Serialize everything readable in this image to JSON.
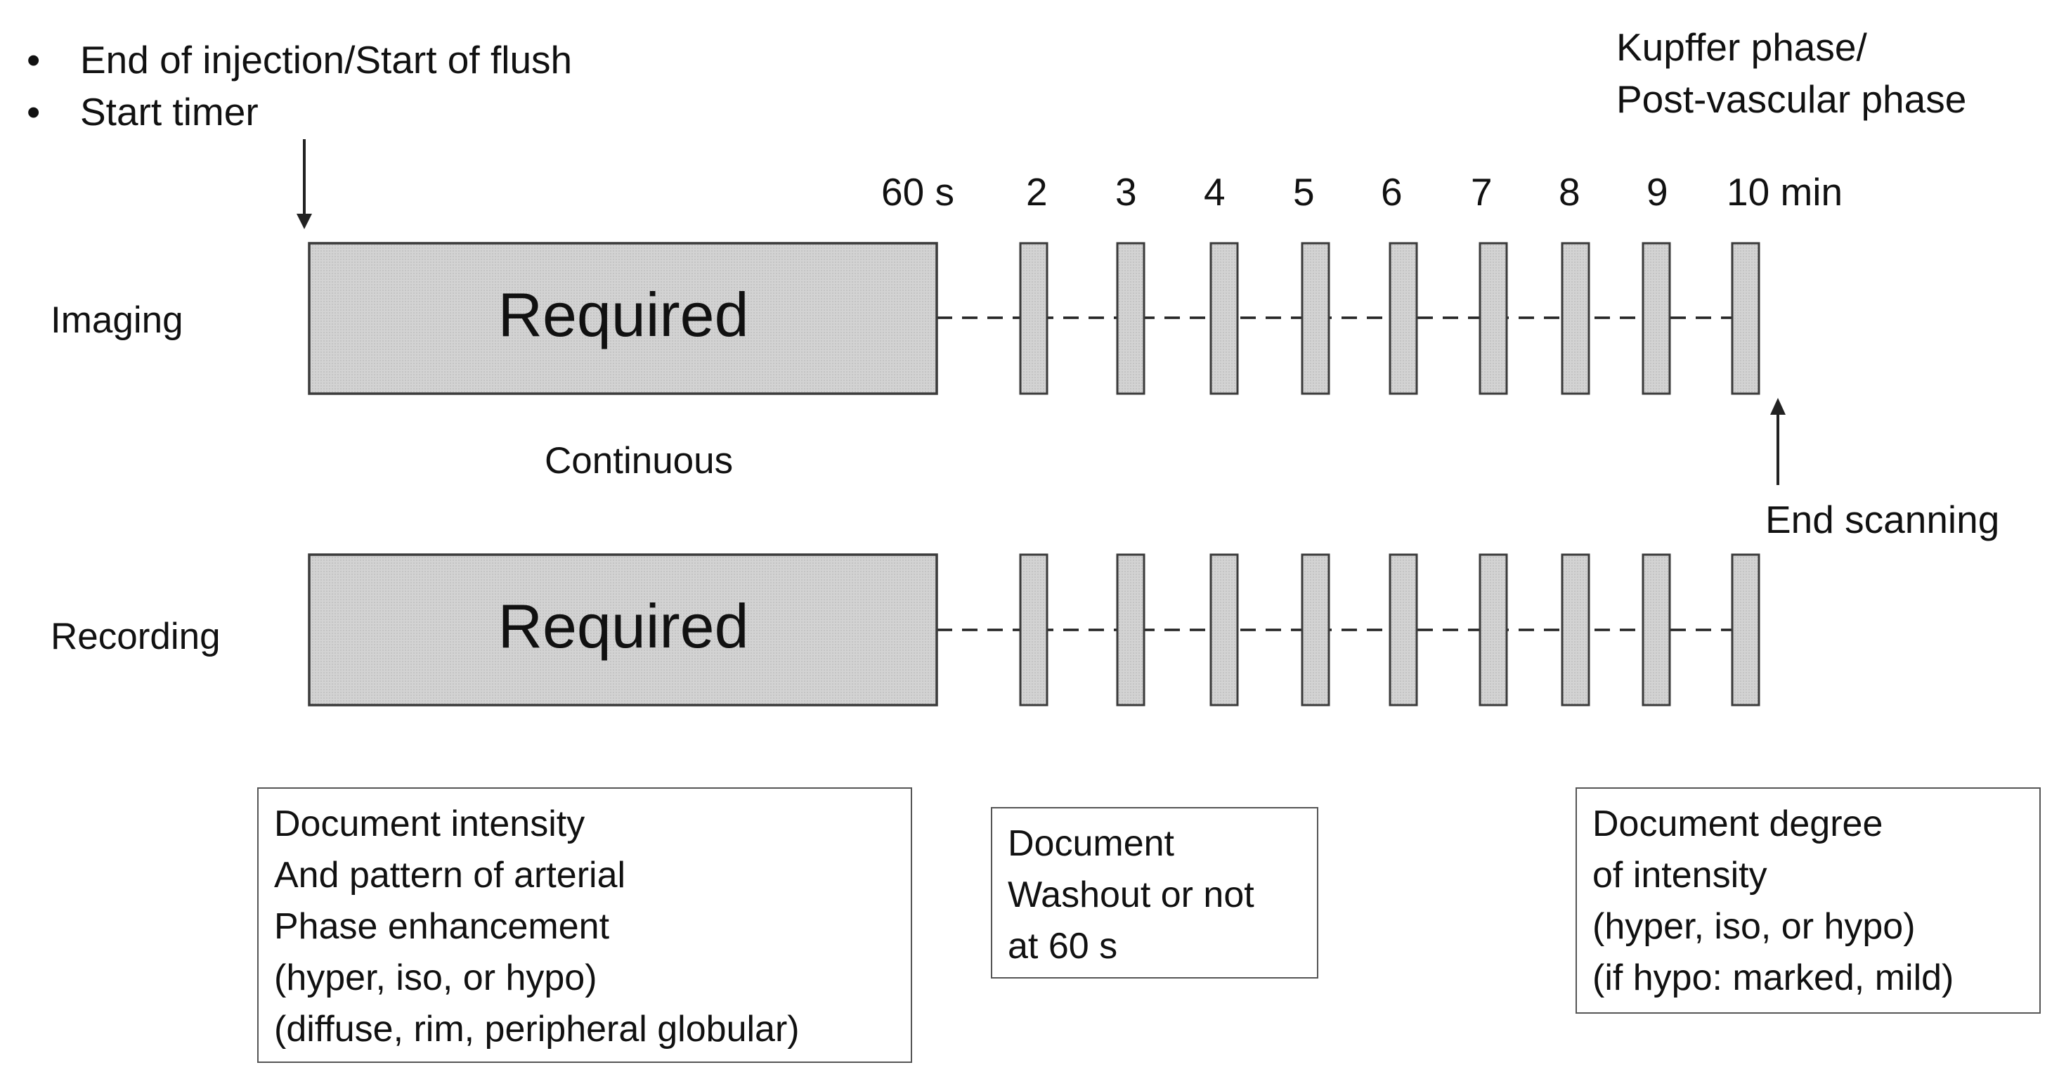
{
  "bullets": [
    "End of injection/Start of flush",
    "Start timer"
  ],
  "kupffer_label": [
    "Kupffer phase/",
    "Post-vascular phase"
  ],
  "time_labels": [
    "60 s",
    "2",
    "3",
    "4",
    "5",
    "6",
    "7",
    "8",
    "9",
    "10 min"
  ],
  "rows": [
    {
      "label": "Imaging",
      "box_text": "Required"
    },
    {
      "label": "Recording",
      "box_text": "Required"
    }
  ],
  "continuous_label": "Continuous",
  "end_scanning_label": "End scanning",
  "notes": {
    "arterial": [
      "Document intensity",
      "And pattern of arterial",
      "Phase enhancement",
      "(hyper, iso, or hypo)",
      "(diffuse, rim, peripheral globular)"
    ],
    "washout": [
      "Document",
      "Washout or not",
      "at 60 s"
    ],
    "kupffer": [
      "Document degree",
      "of intensity",
      "(hyper, iso, or hypo)",
      "(if hypo: marked, mild)"
    ]
  },
  "colors": {
    "box_fill": "#d6d6d6",
    "box_border": "#3a3a3a",
    "line": "#222222"
  }
}
